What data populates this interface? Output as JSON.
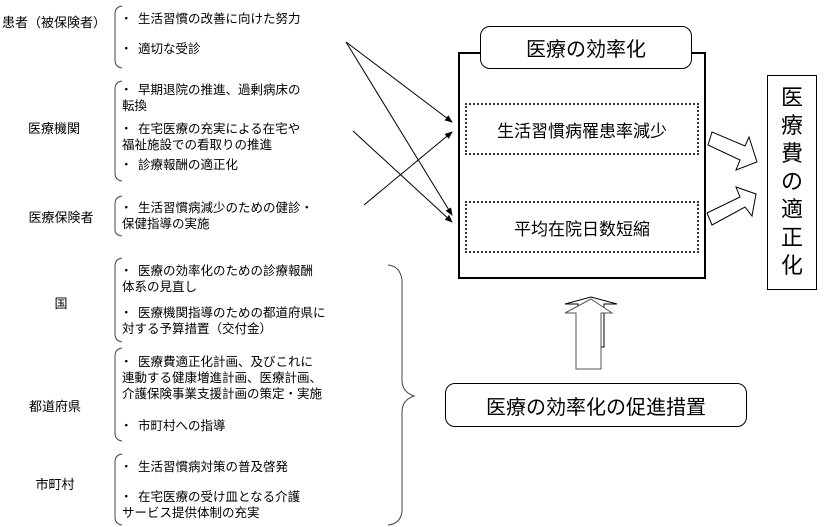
{
  "actors": [
    {
      "name": "患者（被保険者）",
      "items": [
        [
          "生活習慣の改善に向けた努力"
        ],
        [
          "適切な受診"
        ]
      ]
    },
    {
      "name": "医療機関",
      "items": [
        [
          "早期退院の推進、過剰病床の",
          "転換"
        ],
        [
          "在宅医療の充実による在宅や",
          "福祉施設での看取りの推進"
        ],
        [
          "診療報酬の適正化"
        ]
      ]
    },
    {
      "name": "医療保険者",
      "items": [
        [
          "生活習慣病減少のための健診・",
          "保健指導の実施"
        ]
      ]
    },
    {
      "name": "国",
      "items": [
        [
          "医療の効率化のための診療報酬",
          "体系の見直し"
        ],
        [
          "医療機関指導のための都道府県に",
          "対する予算措置（交付金）"
        ]
      ]
    },
    {
      "name": "都道府県",
      "items": [
        [
          "医療費適正化計画、及びこれに",
          "連動する健康増進計画、医療計画、",
          "介護保険事業支援計画の策定・実施"
        ],
        [
          "市町村への指導"
        ]
      ]
    },
    {
      "name": "市町村",
      "items": [
        [
          "生活習慣病対策の普及啓発"
        ],
        [
          "在宅医療の受け皿となる介護",
          "サービス提供体制の充実"
        ]
      ]
    }
  ],
  "bullet": "・",
  "efficiency": {
    "title": "医療の効率化",
    "outcomes": [
      "生活習慣病罹患率減少",
      "平均在院日数短縮"
    ]
  },
  "promotion": "医療の効率化の促進措置",
  "goal": [
    "医",
    "療",
    "費",
    "の",
    "適",
    "正",
    "化"
  ]
}
